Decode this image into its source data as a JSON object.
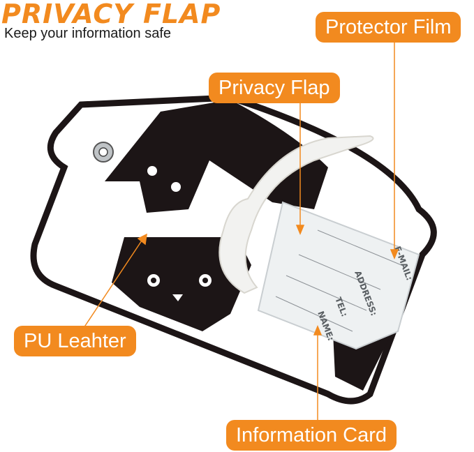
{
  "header": {
    "title": "PRIVACY FLAP",
    "subtitle": "Keep your information safe"
  },
  "callouts": {
    "protector_film": "Protector Film",
    "privacy_flap": "Privacy Flap",
    "pu_leather": "PU Leahter",
    "information_card": "Information Card"
  },
  "card": {
    "fields": [
      "E-MAIL:",
      "ADDRESS:",
      "TEL:",
      "NAME:"
    ]
  },
  "colors": {
    "accent": "#f28a1f",
    "leather_black": "#1c1516",
    "leather_white": "#ffffff"
  }
}
